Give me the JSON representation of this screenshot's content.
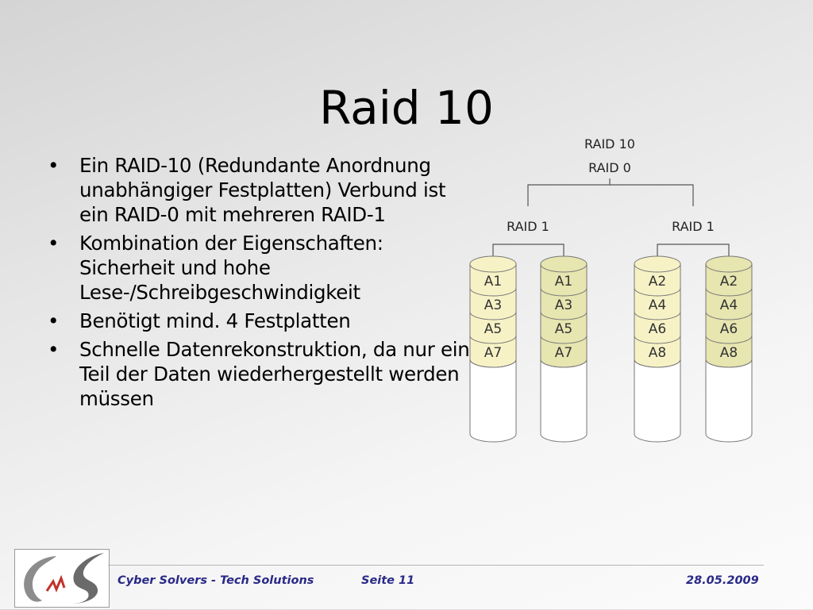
{
  "slide": {
    "title": "Raid 10",
    "bullet_symbol": "•",
    "bullets": [
      "Ein RAID-10 (Redundante Anordnung unabhängiger Festplatten) Verbund ist ein RAID-0 mit mehreren RAID-1",
      "Kombination der Eigenschaften: Sicherheit und hohe Lese-/Schreibgeschwindigkeit",
      "Benötigt mind. 4 Festplatten",
      "Schnelle Datenrekonstruktion, da nur ein Teil der Daten wiederhergestellt werden müssen"
    ]
  },
  "diagram": {
    "top_label": "RAID 10",
    "stripe_label": "RAID 0",
    "mirror_labels": [
      "RAID 1",
      "RAID 1"
    ],
    "disks": [
      {
        "blocks": [
          "A1",
          "A3",
          "A5",
          "A7"
        ],
        "color": "#f7f2c6"
      },
      {
        "blocks": [
          "A1",
          "A3",
          "A5",
          "A7"
        ],
        "color": "#e7e5b0"
      },
      {
        "blocks": [
          "A2",
          "A4",
          "A6",
          "A8"
        ],
        "color": "#f7f2c6"
      },
      {
        "blocks": [
          "A2",
          "A4",
          "A6",
          "A8"
        ],
        "color": "#e7e5b0"
      }
    ]
  },
  "footer": {
    "company": "Cyber Solvers - Tech Solutions",
    "page": "Seite 11",
    "date": "28.05.2009"
  },
  "colors": {
    "footer_text": "#2a2a88",
    "logo_red": "#c0322b"
  }
}
